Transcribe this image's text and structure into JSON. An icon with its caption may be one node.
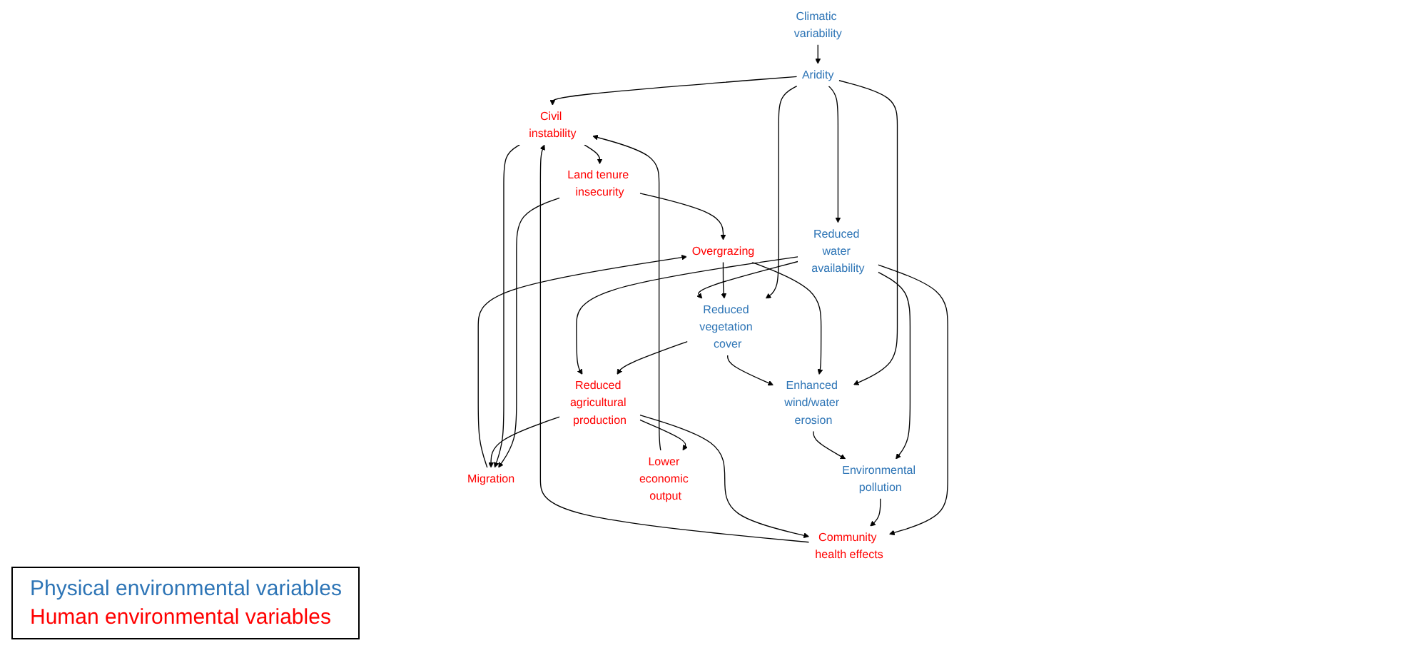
{
  "diagram": {
    "nodes": [
      {
        "text": [
          "Climatic variability"
        ]
      },
      {
        "text": [
          "Aridity"
        ]
      },
      {
        "text": [
          "Overgrazing"
        ]
      },
      {
        "text": [
          "Migration"
        ]
      },
      {
        "text": [
          "Enhanced wind/water erosion"
        ]
      },
      {
        "text": [
          "Reduced vegetation cover"
        ]
      },
      {
        "text": [
          "Land tenure insecurity"
        ]
      },
      {
        "text": [
          "Civil instability"
        ]
      },
      {
        "text": [
          "Reduced water availability"
        ]
      },
      {
        "text": [
          "Reduced agricultural production"
        ]
      },
      {
        "text": [
          "Environmental pollution"
        ]
      },
      {
        "text": [
          "Lower economic output"
        ]
      },
      {
        "text": [
          "Community health effects"
        ]
      }
    ],
    "edges": [
      {
        "from": 0,
        "to": 1,
        "arrow": "to"
      },
      {
        "from": 1,
        "to": 7,
        "arrow": "to"
      },
      {
        "from": 1,
        "to": 4,
        "arrow": "to"
      },
      {
        "from": 1,
        "to": 5,
        "arrow": "to"
      },
      {
        "from": 1,
        "to": 8,
        "arrow": "to"
      },
      {
        "from": 2,
        "to": 4,
        "arrow": "to"
      },
      {
        "from": 2,
        "to": 5,
        "arrow": "to"
      },
      {
        "from": 3,
        "to": 2,
        "arrow": "to"
      },
      {
        "from": 6,
        "to": 2,
        "arrow": "to"
      },
      {
        "from": 6,
        "to": 3,
        "arrow": "to"
      },
      {
        "from": 7,
        "to": 6,
        "arrow": "to"
      },
      {
        "from": 7,
        "to": 3,
        "arrow": "to"
      },
      {
        "from": 5,
        "to": 4,
        "arrow": "to"
      },
      {
        "from": 5,
        "to": 9,
        "arrow": "to"
      },
      {
        "from": 8,
        "to": 5,
        "arrow": "to"
      },
      {
        "from": 8,
        "to": 9,
        "arrow": "to"
      },
      {
        "from": 8,
        "to": 10,
        "arrow": "to"
      },
      {
        "from": 8,
        "to": 12,
        "arrow": "to"
      },
      {
        "from": 4,
        "to": 10,
        "arrow": "to"
      },
      {
        "from": 10,
        "to": 12,
        "arrow": "to"
      },
      {
        "from": 9,
        "to": 12,
        "arrow": "to"
      },
      {
        "from": 9,
        "to": 11,
        "arrow": "to"
      },
      {
        "from": 9,
        "to": 3,
        "arrow": "to"
      },
      {
        "from": 11,
        "to": 7,
        "arrow": "to"
      },
      {
        "from": 12,
        "to": 7,
        "arrow": "to"
      }
    ],
    "legend": [
      {
        "text": "Physical environmental variables",
        "color": "#2e75b6"
      },
      {
        "text": "Human environmental variables",
        "color": "#ff0000"
      }
    ]
  }
}
